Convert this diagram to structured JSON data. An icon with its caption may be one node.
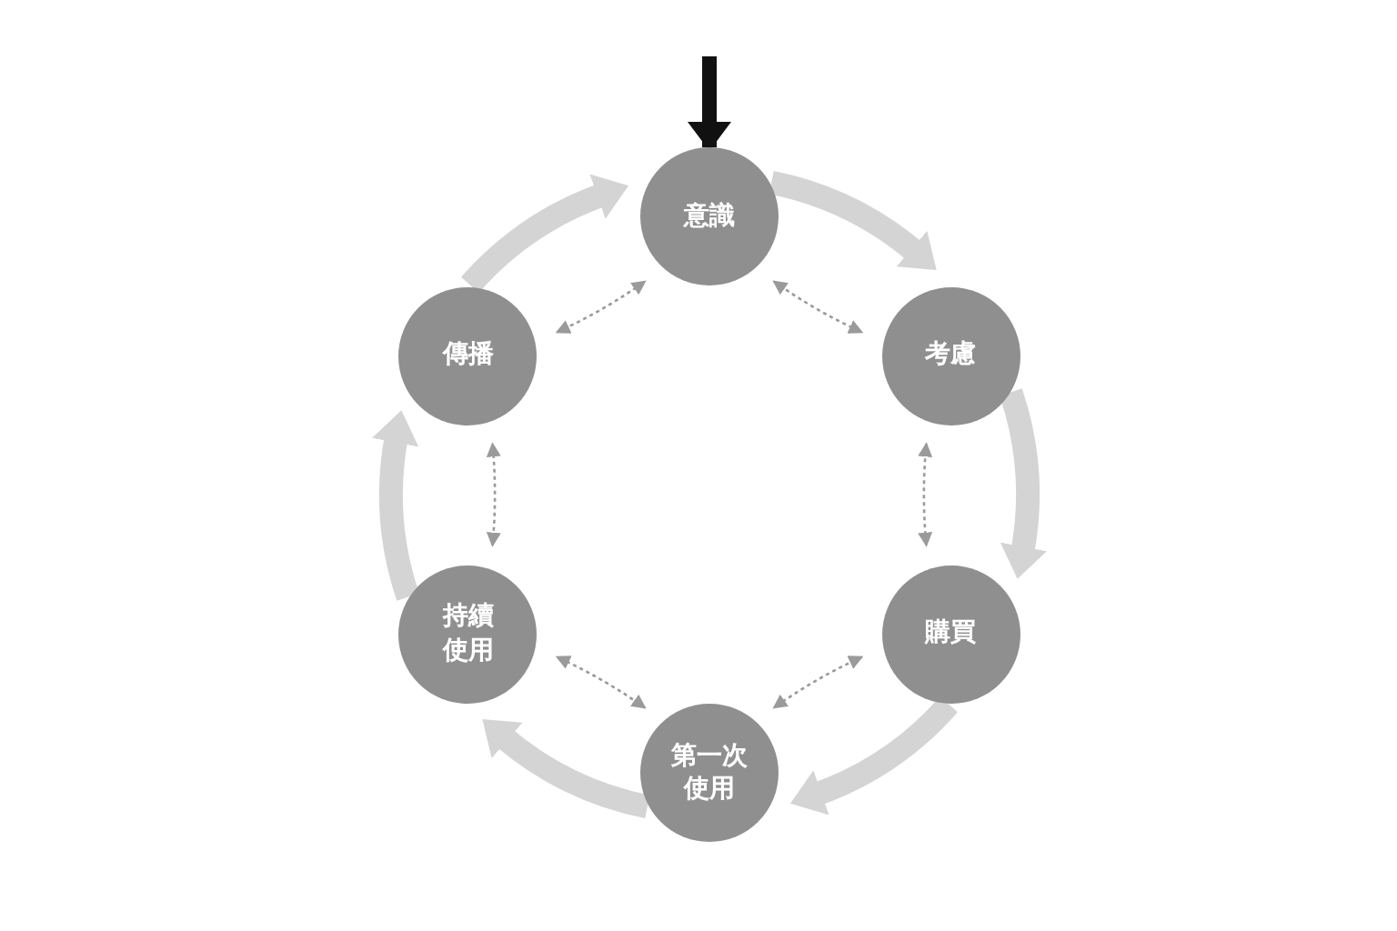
{
  "diagram": {
    "nodes": [
      {
        "text": [
          "意識"
        ]
      },
      {
        "text": [
          "傳播"
        ]
      },
      {
        "text": [
          "考慮"
        ]
      },
      {
        "text": [
          "持續使用"
        ]
      },
      {
        "text": [
          "購買"
        ]
      },
      {
        "text": [
          "第一次使用"
        ]
      }
    ],
    "edges": [
      {
        "from": null,
        "to": 0,
        "arrow": "to",
        "color": "#111111"
      },
      {
        "from": 0,
        "to": 2,
        "arrow": "to",
        "color": "#d4d4d4"
      },
      {
        "from": 2,
        "to": 4,
        "arrow": "to",
        "color": "#d4d4d4"
      },
      {
        "from": 4,
        "to": 5,
        "arrow": "to",
        "color": "#d4d4d4"
      },
      {
        "from": 5,
        "to": 3,
        "arrow": "to",
        "color": "#d4d4d4"
      },
      {
        "from": 3,
        "to": 1,
        "arrow": "to",
        "color": "#d4d4d4"
      },
      {
        "from": 1,
        "to": 0,
        "arrow": "to",
        "color": "#d4d4d4"
      },
      {
        "from": 0,
        "to": 2,
        "arrow": "both",
        "style": "dashed",
        "color": "#9a9a9a"
      },
      {
        "from": 2,
        "to": 4,
        "arrow": "both",
        "style": "dashed",
        "color": "#9a9a9a"
      },
      {
        "from": 4,
        "to": 5,
        "arrow": "both",
        "style": "dashed",
        "color": "#9a9a9a"
      },
      {
        "from": 5,
        "to": 3,
        "arrow": "both",
        "style": "dashed",
        "color": "#9a9a9a"
      },
      {
        "from": 3,
        "to": 1,
        "arrow": "both",
        "style": "dashed",
        "color": "#9a9a9a"
      },
      {
        "from": 1,
        "to": 0,
        "arrow": "both",
        "style": "dashed",
        "color": "#9a9a9a"
      }
    ]
  }
}
